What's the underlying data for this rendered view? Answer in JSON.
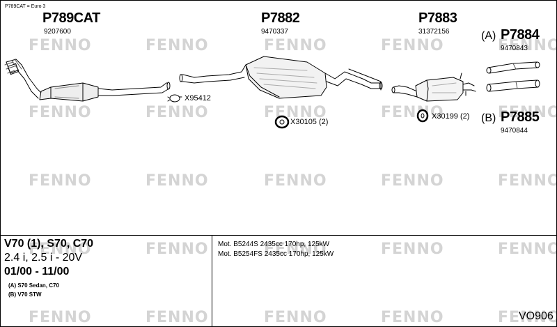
{
  "header_note": "P789CAT = Euro 3",
  "watermark": "FENNO",
  "parts": [
    {
      "prefix": "",
      "number": "P789CAT",
      "ref": "9207600"
    },
    {
      "prefix": "",
      "number": "P7882",
      "ref": "9470337"
    },
    {
      "prefix": "",
      "number": "P7883",
      "ref": "31372156"
    },
    {
      "prefix": "(A)",
      "number": "P7884",
      "ref": "9470843"
    },
    {
      "prefix": "(B)",
      "number": "P7885",
      "ref": "9470844"
    }
  ],
  "fittings": [
    {
      "code": "X95412",
      "qty": ""
    },
    {
      "code": "X30105",
      "qty": "(2)"
    },
    {
      "code": "X30199",
      "qty": "(2)"
    }
  ],
  "vehicle": {
    "model": "V70 (1), S70, C70",
    "engines": "2.4 i, 2.5 i - 20V",
    "years": "01/00 - 11/00",
    "variants": [
      "(A) S70 Sedan, C70",
      "(B) V70 STW"
    ]
  },
  "engine_codes": [
    "Mot. B5244S 2435cc 170hp, 125kW",
    "Mot. B5254FS 2435cc 170hp, 125kW"
  ],
  "diagram_code": "VO906"
}
